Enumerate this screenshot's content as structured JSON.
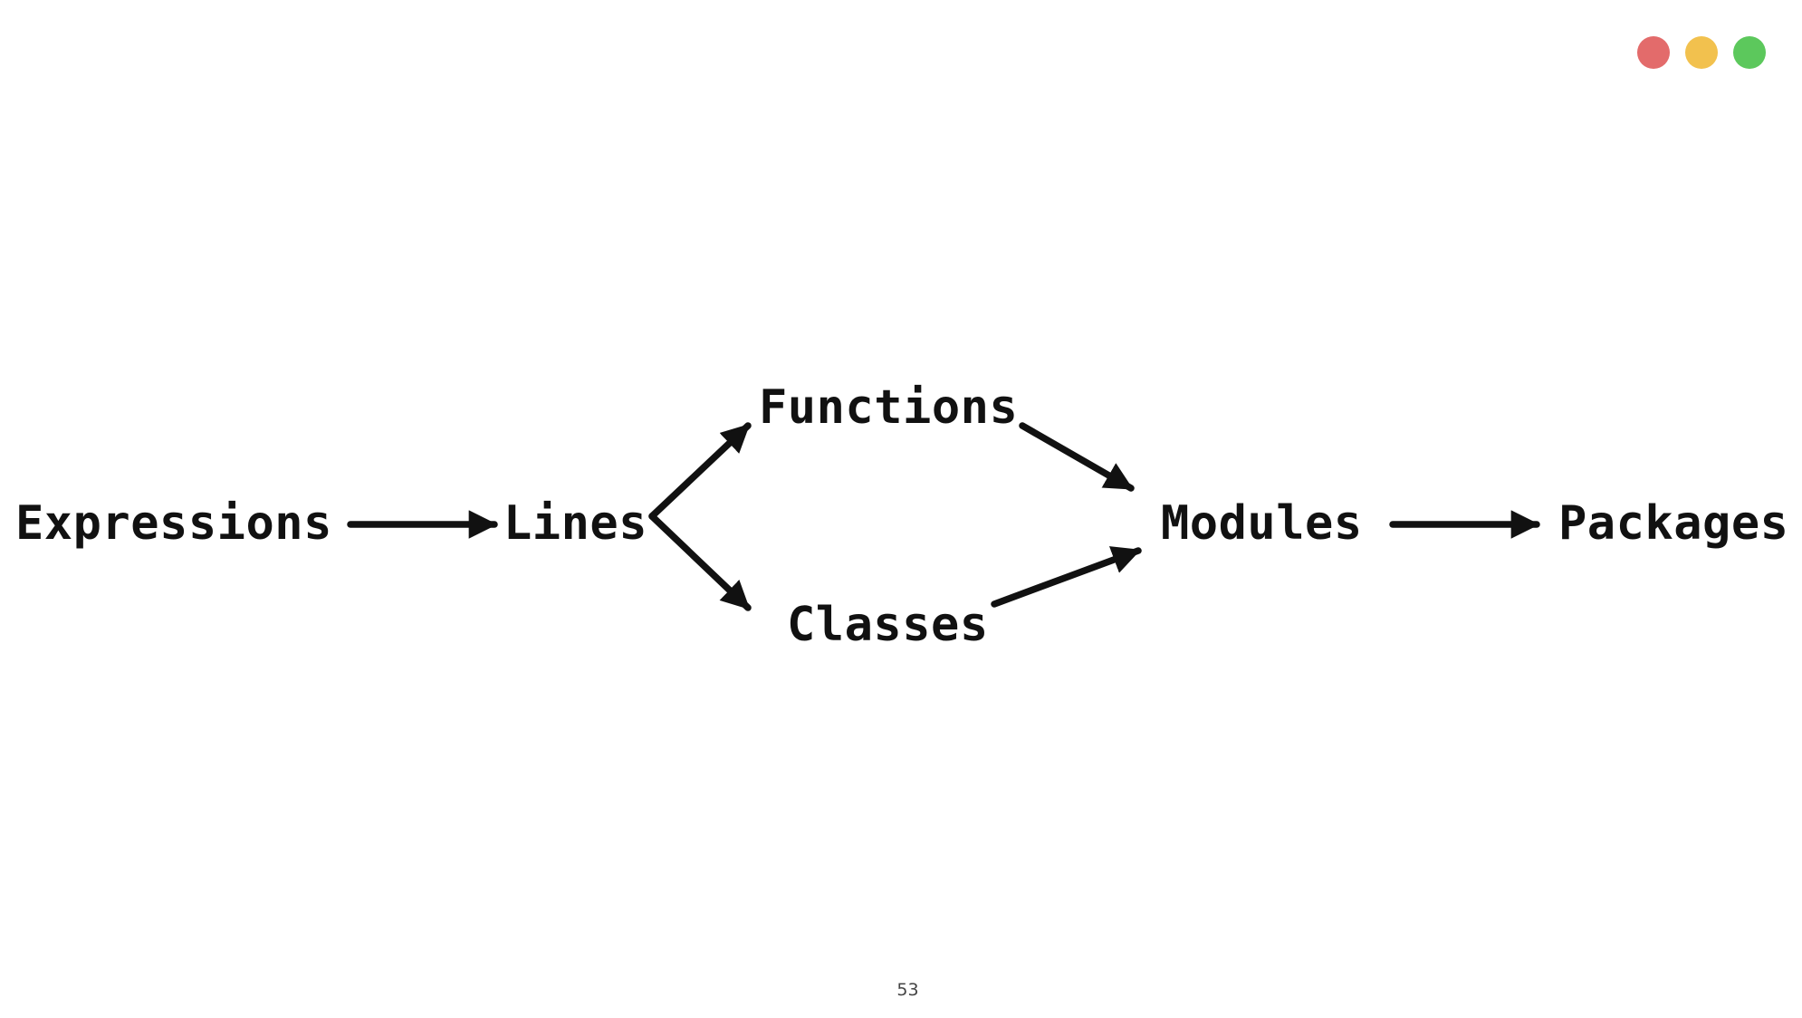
{
  "window_controls": {
    "close_color": "#e36b6b",
    "minimize_color": "#f2c14e",
    "maximize_color": "#5cc85c"
  },
  "diagram": {
    "nodes": {
      "expressions": "Expressions",
      "lines": "Lines",
      "functions": "Functions",
      "classes": "Classes",
      "modules": "Modules",
      "packages": "Packages"
    },
    "edges": [
      {
        "from": "Expressions",
        "to": "Lines"
      },
      {
        "from": "Lines",
        "to": "Functions"
      },
      {
        "from": "Lines",
        "to": "Classes"
      },
      {
        "from": "Functions",
        "to": "Modules"
      },
      {
        "from": "Classes",
        "to": "Modules"
      },
      {
        "from": "Modules",
        "to": "Packages"
      }
    ]
  },
  "footer": {
    "page_number": "53"
  }
}
